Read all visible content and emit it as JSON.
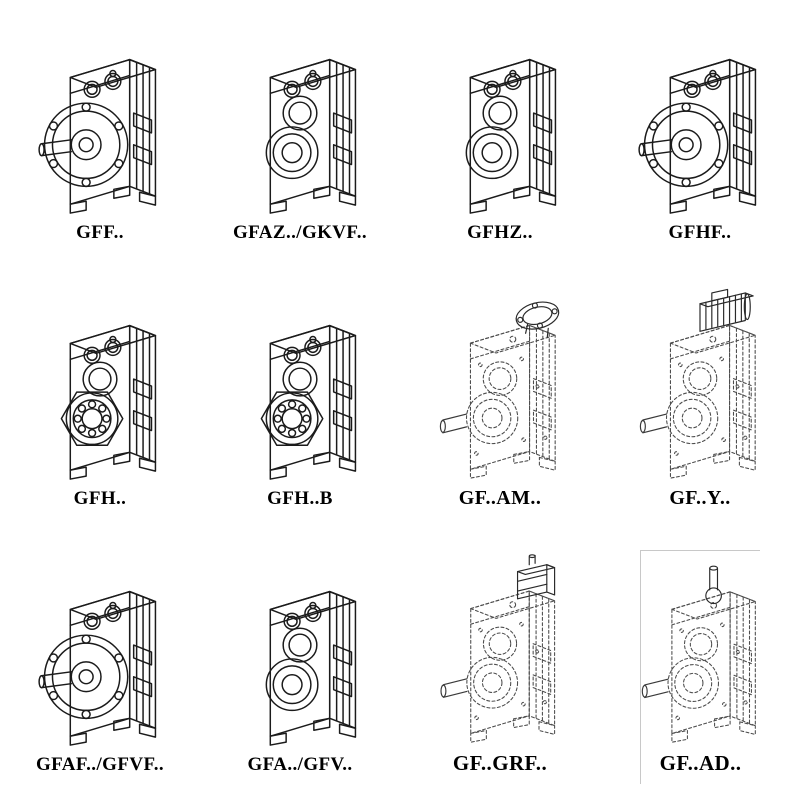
{
  "page": {
    "background": "#ffffff",
    "line_color": "#1b1b1b",
    "dashed_line_color": "#4d4d4d"
  },
  "cells": [
    {
      "label": "GFF..",
      "drawing": "flange-output-gearbox-drawing"
    },
    {
      "label": "GFAZ../GKVF..",
      "drawing": "hollow-bore-gearbox-drawing"
    },
    {
      "label": "GFHZ..",
      "drawing": "hollow-bore-gearbox-drawing"
    },
    {
      "label": "GFHF..",
      "drawing": "flange-output-gearbox-drawing"
    },
    {
      "label": "GFH..",
      "drawing": "shaft-mounted-gearbox-bearing-drawing"
    },
    {
      "label": "GFH..B",
      "drawing": "shaft-mounted-gearbox-bearing-drawing"
    },
    {
      "label": "GF..AM..",
      "drawing": "gearbox-with-input-flange-adapter-drawing"
    },
    {
      "label": "GF..Y..",
      "drawing": "gearbox-with-motor-drawing"
    },
    {
      "label": "GFAF../GFVF..",
      "drawing": "flange-output-gearbox-drawing"
    },
    {
      "label": "GFA../GFV..",
      "drawing": "hollow-bore-gearbox-drawing"
    },
    {
      "label": "GF..GRF..",
      "drawing": "gearbox-with-adapter-block-drawing"
    },
    {
      "label": "GF..AD..",
      "drawing": "gearbox-with-top-shaft-drawing"
    }
  ]
}
